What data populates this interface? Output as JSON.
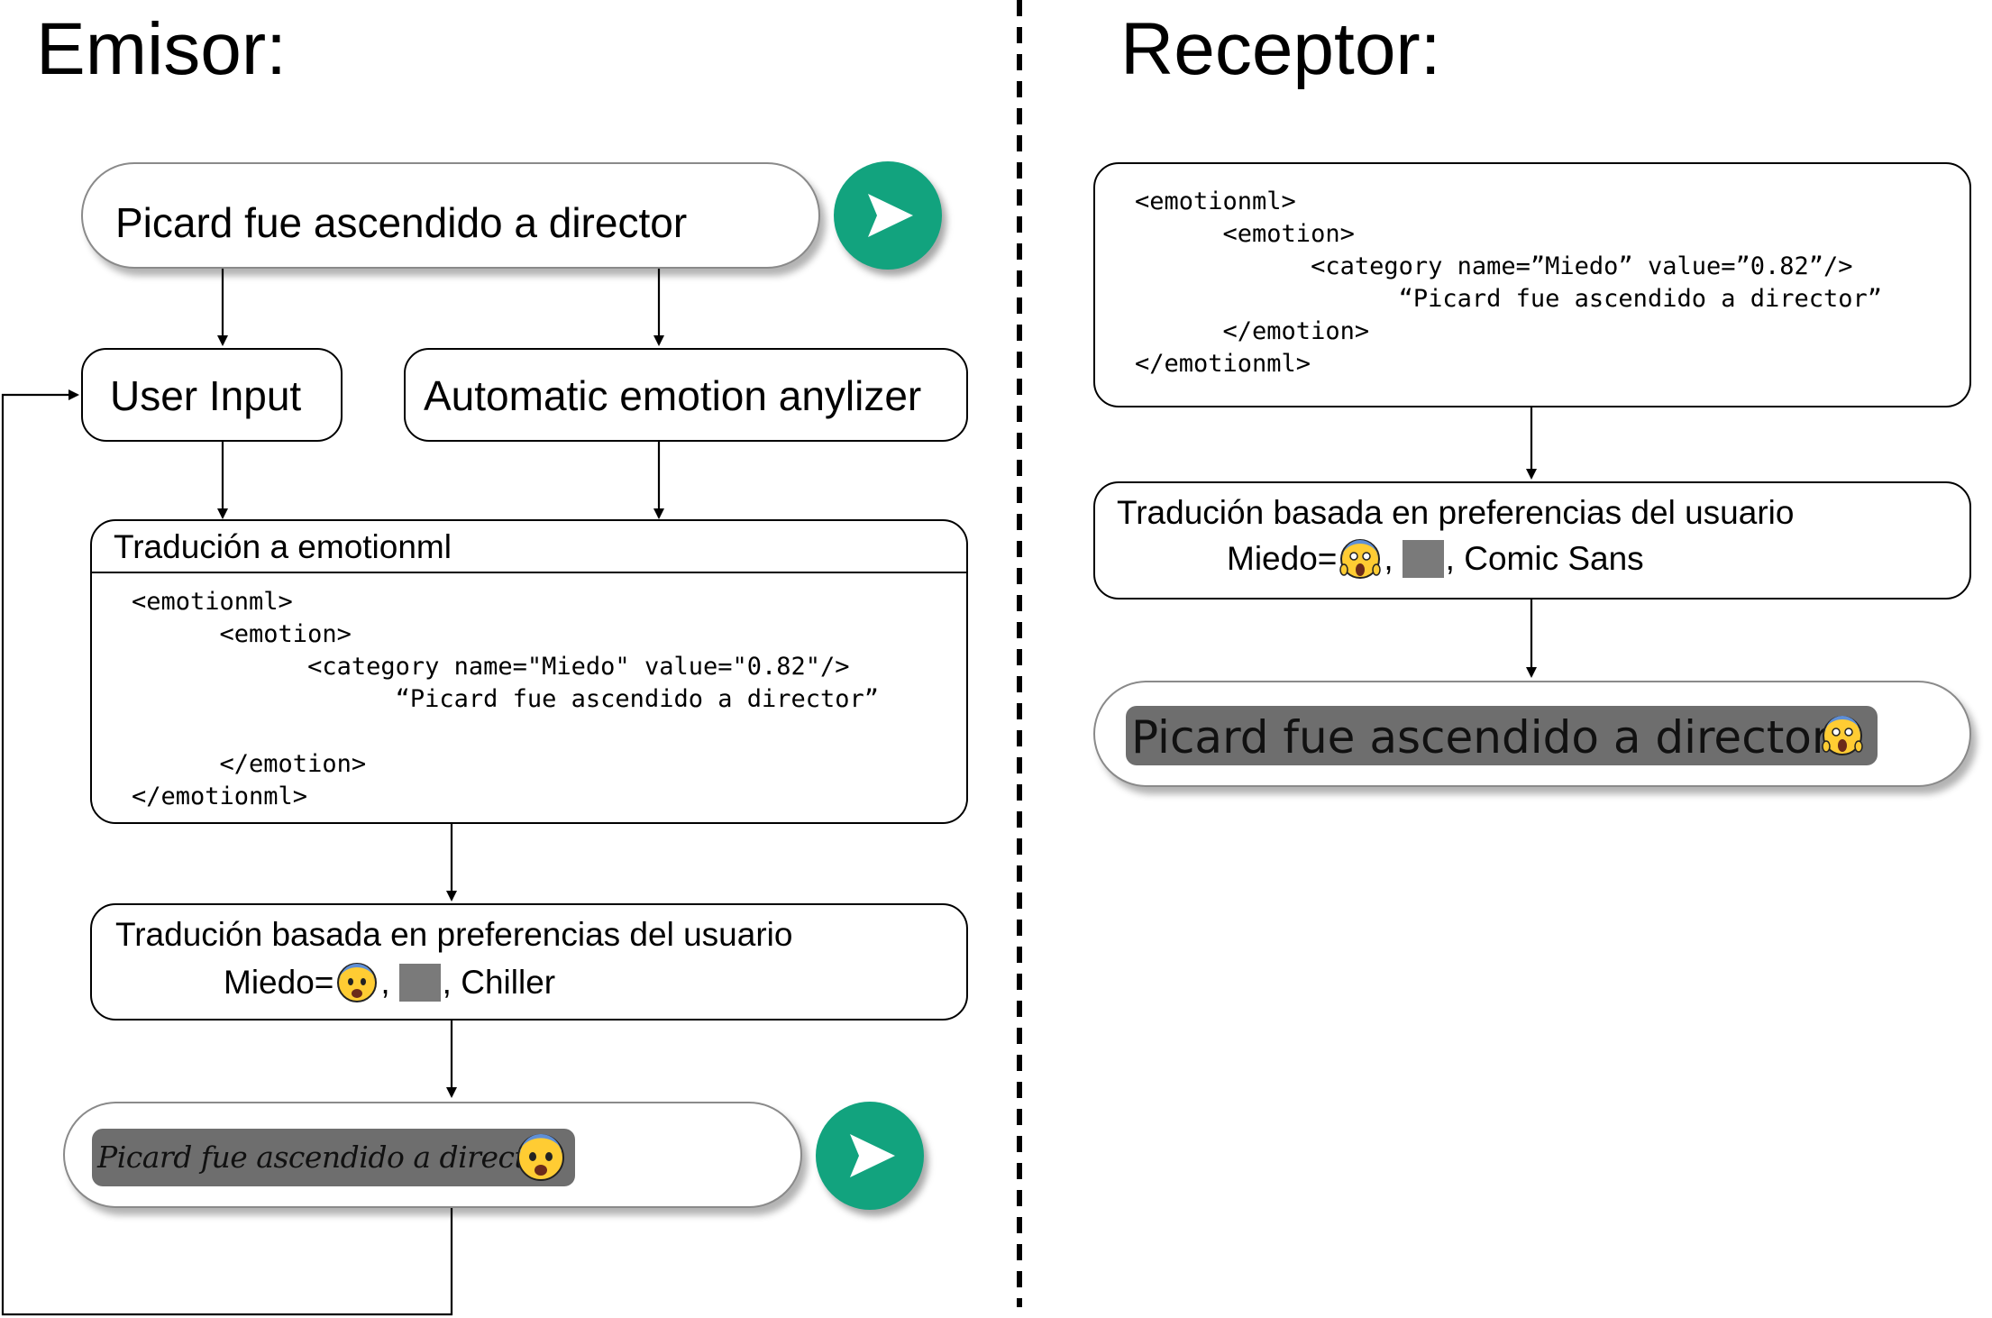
{
  "emisor": {
    "heading": "Emisor:",
    "message_input": {
      "text": "Picard fue ascendido a director"
    },
    "user_input_box": {
      "label": "User Input"
    },
    "analyzer_box": {
      "label": "Automatic emotion anylizer"
    },
    "emotionml_box": {
      "title": "Tradución a emotionml",
      "code": "<emotionml>\n      <emotion>\n            <category name=\"Miedo\" value=\"0.82\"/>\n                  “Picard fue ascendido a director”\n\n      </emotion>\n</emotionml>"
    },
    "preferences_box": {
      "title": "Tradución basada en preferencias del usuario",
      "mapping_prefix": "Miedo=",
      "mapping_font": ", Chiller"
    },
    "output_message": {
      "text": "Picard fue ascendido a director"
    }
  },
  "receptor": {
    "heading": "Receptor:",
    "emotionml_box": {
      "code": "<emotionml>\n      <emotion>\n            <category name=”Miedo” value=”0.82”/>\n                  “Picard fue ascendido a director”\n      </emotion>\n</emotionml>"
    },
    "preferences_box": {
      "title": "Tradución basada en preferencias del usuario",
      "mapping_prefix": "Miedo=",
      "mapping_font": ", Comic Sans"
    },
    "output_message": {
      "text": "Picard fue ascendido a director"
    }
  },
  "colors": {
    "send_button": "#12a37e",
    "font_swatch": "#7a7a7a",
    "message_chip": "#6e6e6e",
    "divider": "#000000"
  },
  "icons": {
    "send": "send-arrow-icon",
    "fearful_emoji": "fearful-face-emoji",
    "screaming_emoji": "screaming-face-emoji"
  }
}
